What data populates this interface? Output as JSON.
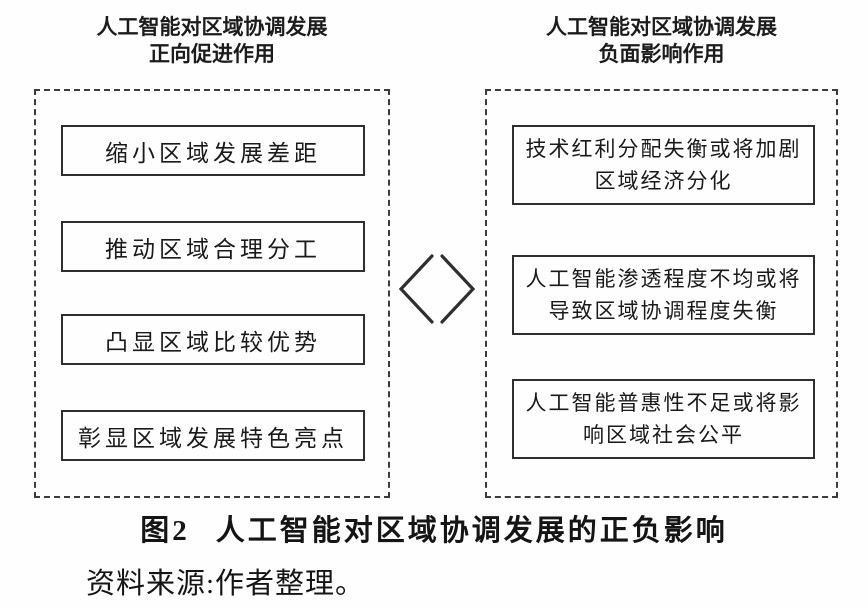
{
  "figure": {
    "left_panel": {
      "title_line1": "人工智能对区域协调发展",
      "title_line2": "正向促进作用",
      "items": [
        "缩小区域发展差距",
        "推动区域合理分工",
        "凸显区域比较优势",
        "彰显区域发展特色亮点"
      ]
    },
    "right_panel": {
      "title_line1": "人工智能对区域协调发展",
      "title_line2": "负面影响作用",
      "items": [
        {
          "line1": "技术红利分配失衡或将加剧",
          "line2": "区域经济分化"
        },
        {
          "line1": "人工智能渗透程度不均或将",
          "line2": "导致区域协调程度失衡"
        },
        {
          "line1": "人工智能普惠性不足或将影",
          "line2": "响区域社会公平"
        }
      ]
    },
    "connector": "opposing-angle-brackets",
    "caption": {
      "label": "图2",
      "text": "人工智能对区域协调发展的正负影响"
    },
    "source": "资料来源:作者整理。"
  },
  "colors": {
    "background": "#fefefe",
    "text": "#1a1a1a",
    "line": "#2f2f2f",
    "dashed_line": "#3c3c3c"
  }
}
